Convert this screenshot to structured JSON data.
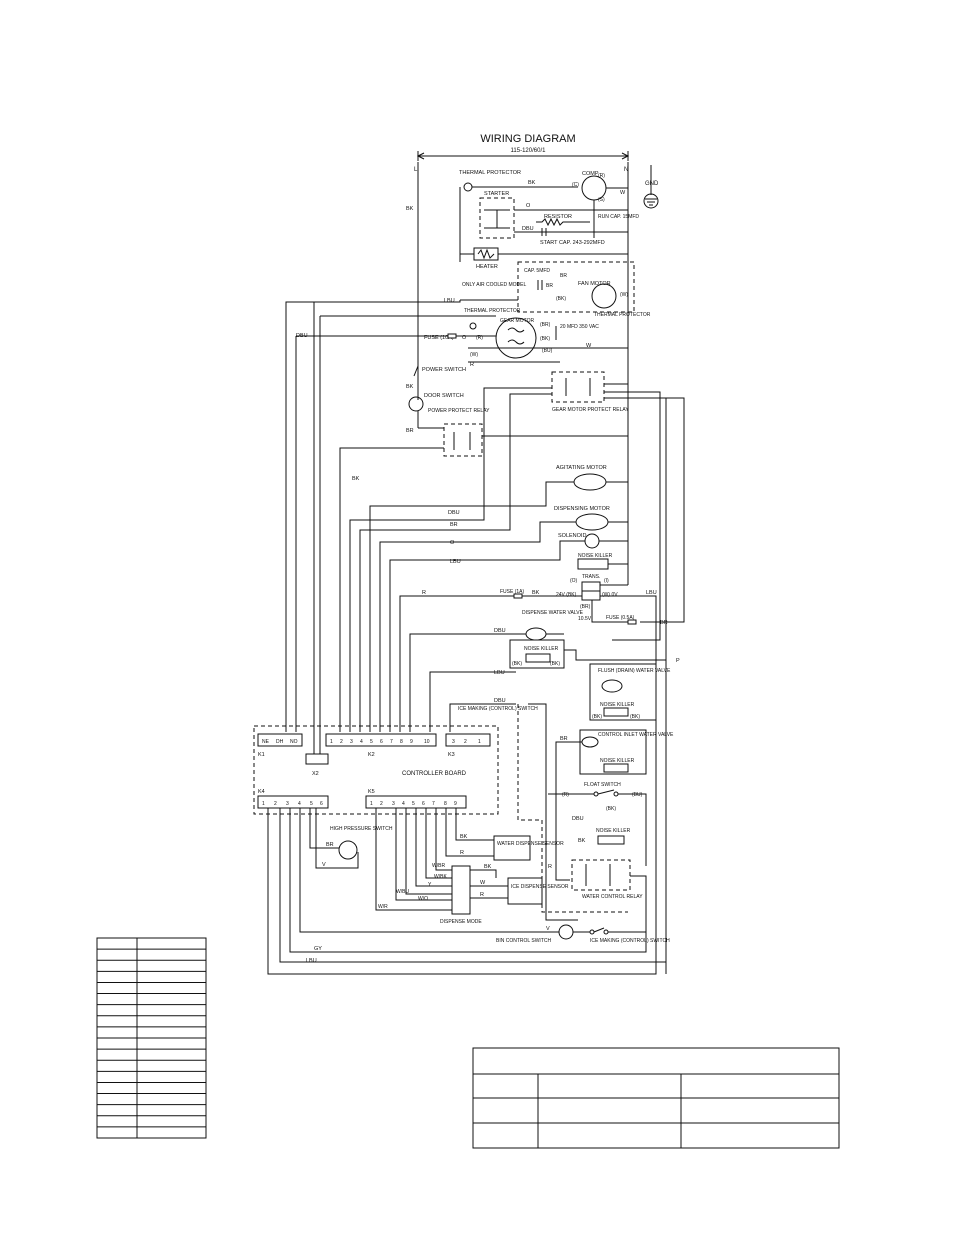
{
  "title": "WIRING DIAGRAM",
  "supply": "115-120/60/1",
  "rails": {
    "left": "L",
    "right": "N"
  },
  "ground": "GND",
  "components": {
    "thermal_protector_top": "THERMAL PROTECTOR",
    "comp": "COMP",
    "starter": "STARTER",
    "resistor": "RESISTOR",
    "run_cap": "RUN CAP. 15MFD",
    "start_cap": "START CAP. 243-292MFD",
    "heater": "HEATER",
    "cap_fan": "CAP. 5MFD",
    "only_air_cooled": "ONLY AIR COOLED MODEL",
    "fan_motor": "FAN MOTOR",
    "thermal_protector_fan": "THERMAL PROTECTOR",
    "thermal_protector_gear": "THERMAL PROTECTOR",
    "gear_motor": "GEAR MOTOR",
    "gear_cap": "20 MFD 350 VAC",
    "fuse_10a": "FUSE (10A)",
    "power_switch": "POWER SWITCH",
    "door_switch": "DOOR SWITCH",
    "power_protect_relay": "POWER PROTECT RELAY",
    "gear_motor_protect_relay": "GEAR MOTOR PROTECT RELAY",
    "agitating_motor": "AGITATING MOTOR",
    "dispensing_motor": "DISPENSING MOTOR",
    "solenoid": "SOLENOID",
    "noise_killer_1": "NOISE KILLER",
    "trans": "TRANS.",
    "fuse_1a": "FUSE (1A)",
    "dispense_water_valve": "DISPENSE WATER VALVE",
    "noise_killer_2": "NOISE KILLER",
    "fuse_05a": "FUSE (0.5A)",
    "flush_valve": "FLUSH (DRAIN) WATER VALVE",
    "noise_killer_3": "NOISE KILLER",
    "ice_making_control_top": "ICE MAKING (CONTROL) SWITCH",
    "control_inlet_valve": "CONTROL INLET WATER VALVE",
    "noise_killer_4": "NOISE KILLER",
    "float_switch": "FLOAT SWITCH",
    "noise_killer_5": "NOISE KILLER",
    "water_control_relay": "WATER CONTROL RELAY",
    "controller_board": "CONTROLLER BOARD",
    "high_pressure_switch": "HIGH PRESSURE SWITCH",
    "water_dispense_sensor": "WATER DISPENSE SENSOR",
    "ice_dispense_sensor": "ICE DISPENSE SENSOR",
    "dispense_mode": "DISPENSE MODE",
    "bin_control_switch": "BIN CONTROL SWITCH",
    "ice_making_control_bottom": "ICE MAKING (CONTROL) SWITCH"
  },
  "connectors": {
    "k1": "K1",
    "k2": "K2",
    "k3": "K3",
    "k4": "K4",
    "k5": "K5",
    "x2": "X2",
    "k1_pins": [
      "NE",
      "DH",
      "NO"
    ],
    "k2_pins": [
      "1",
      "2",
      "3",
      "4",
      "5",
      "6",
      "7",
      "8",
      "9",
      "10"
    ],
    "k3_pins": [
      "3",
      "2",
      "1"
    ],
    "k4_pins": [
      "1",
      "2",
      "3",
      "4",
      "5",
      "6"
    ],
    "k5_pins": [
      "1",
      "2",
      "3",
      "4",
      "5",
      "6",
      "7",
      "8",
      "9"
    ]
  },
  "wires": {
    "BK": "BK",
    "W": "W",
    "O": "O",
    "DBU": "DBU",
    "LBU": "LBU",
    "BR": "BR",
    "R": "R",
    "Y": "Y",
    "V": "V",
    "GY": "GY",
    "P": "P",
    "W_BR": "W/BR",
    "W_BK": "W/BK",
    "W_O": "W/O",
    "W_BU": "W/BU",
    "W_R": "W/R",
    "trans_24v": "24V (BK)",
    "trans_0v": "(W) 0V",
    "trans_105v": "10.5V",
    "pin_c": "(C)",
    "pin_r": "(R)",
    "pin_s": "(S)",
    "pin_bk": "(BK)",
    "pin_w": "(W)",
    "pin_br": "(BR)",
    "pin_y": "(Y)",
    "pin_r2": "(R)",
    "pin_bu": "(BU)",
    "pin_o": "(O)",
    "pin_i": "(I)"
  },
  "legend_rows": 18,
  "bottom_table": {
    "rows": 3,
    "cols": 3
  }
}
